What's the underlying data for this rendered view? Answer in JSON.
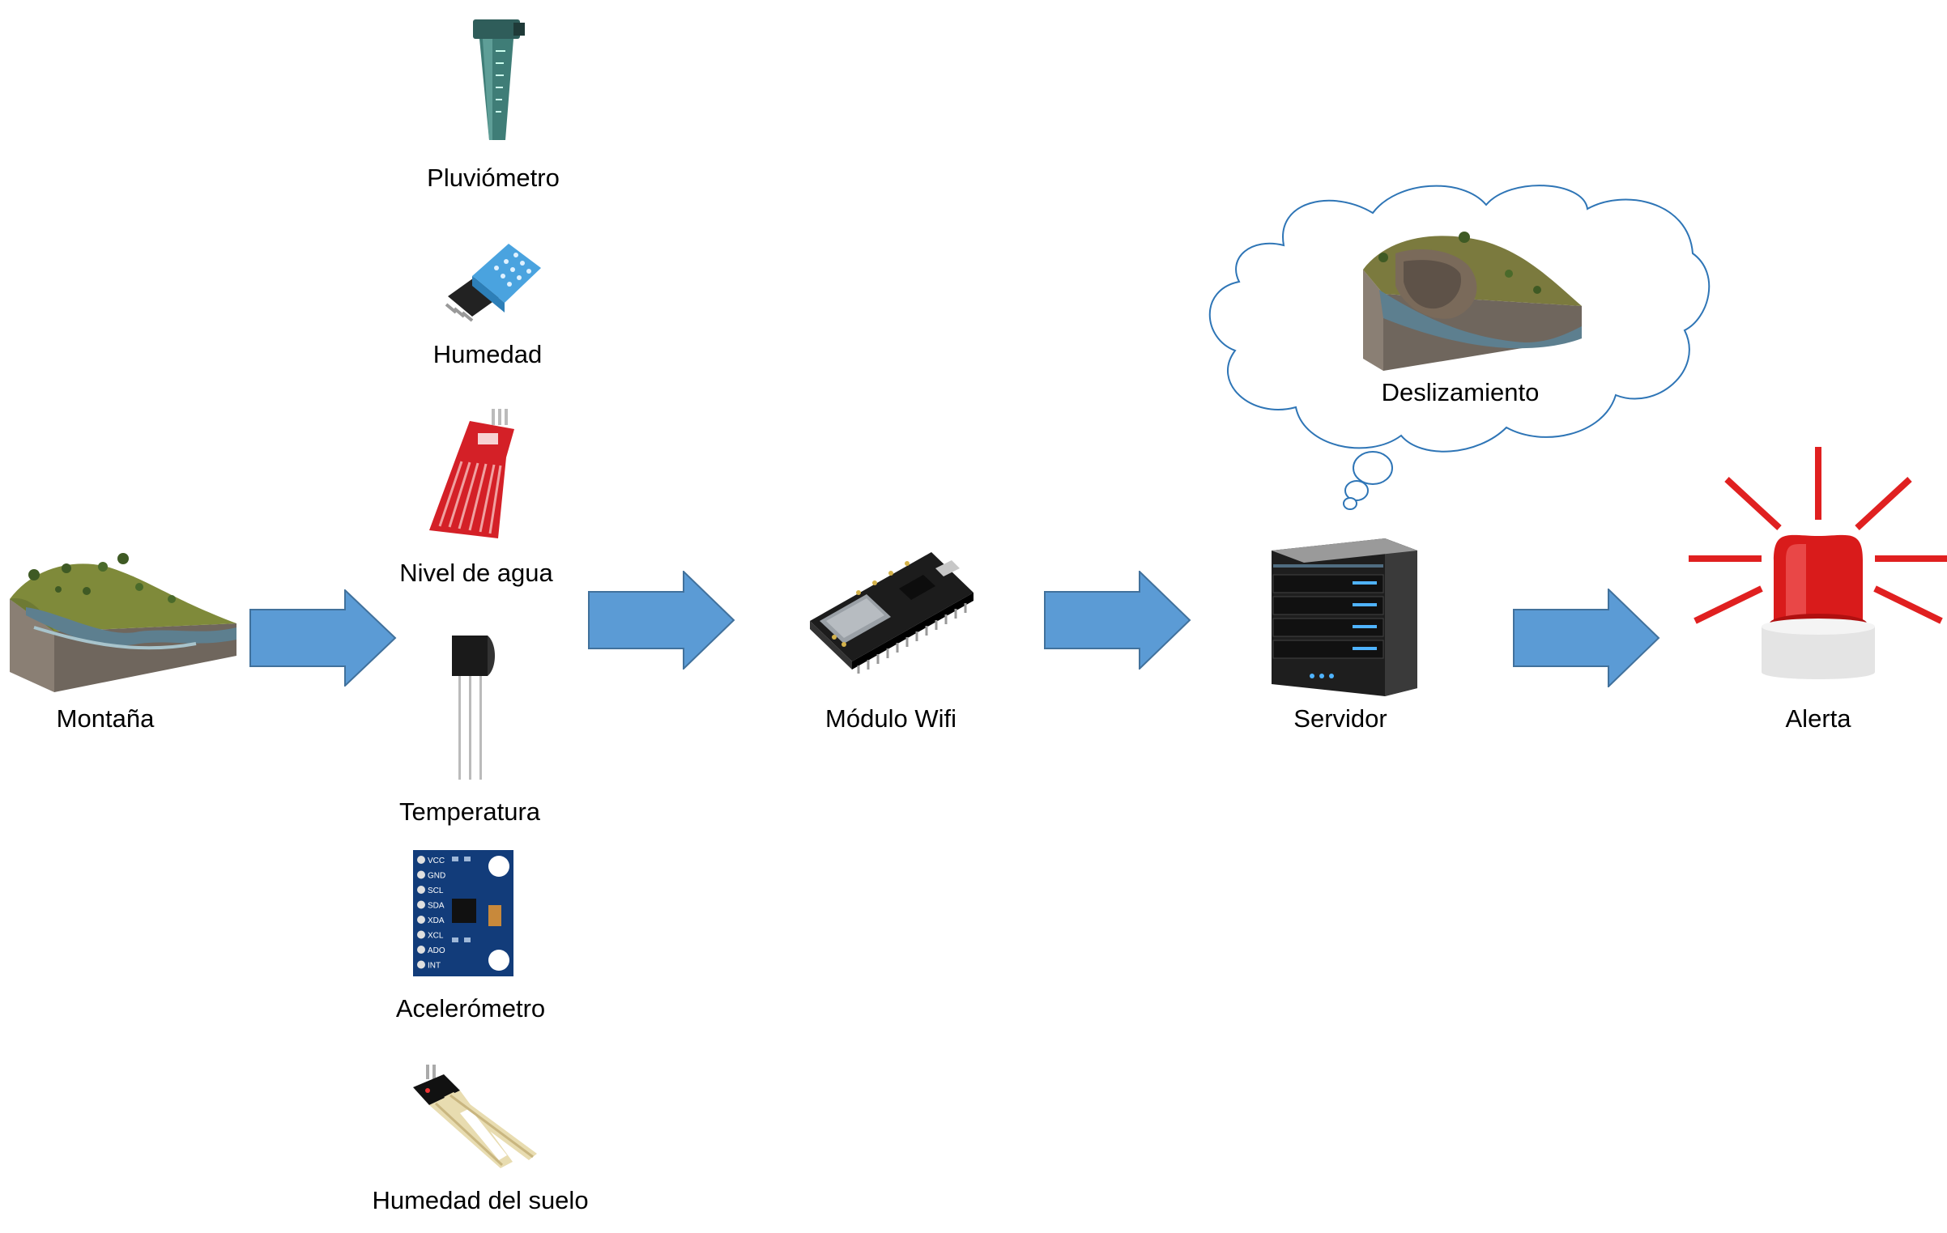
{
  "labels": {
    "montana": "Montaña",
    "pluviometro": "Pluviómetro",
    "humedad": "Humedad",
    "nivel_agua": "Nivel de agua",
    "temperatura": "Temperatura",
    "acelerometro": "Acelerómetro",
    "humedad_suelo": "Humedad del suelo",
    "modulo_wifi": "Módulo Wifi",
    "servidor": "Servidor",
    "alerta": "Alerta",
    "deslizamiento": "Deslizamiento"
  },
  "accelerometer_pins": [
    "VCC",
    "GND",
    "SCL",
    "SDA",
    "XDA",
    "XCL",
    "ADO",
    "INT"
  ],
  "colors": {
    "arrow": "#5b9bd5",
    "arrow_stroke": "#41719c",
    "cloud_stroke": "#2e75b6",
    "siren_red": "#e02020",
    "sensor_blue": "#4aa3df",
    "board_red": "#d42027",
    "board_navy": "#123c7a"
  },
  "icons": [
    "mountain-image",
    "rain-gauge-icon",
    "humidity-sensor-icon",
    "water-level-sensor-icon",
    "temperature-sensor-icon",
    "accelerometer-icon",
    "soil-moisture-sensor-icon",
    "wifi-module-icon",
    "server-icon",
    "alert-siren-icon",
    "landslide-image",
    "thought-cloud"
  ]
}
